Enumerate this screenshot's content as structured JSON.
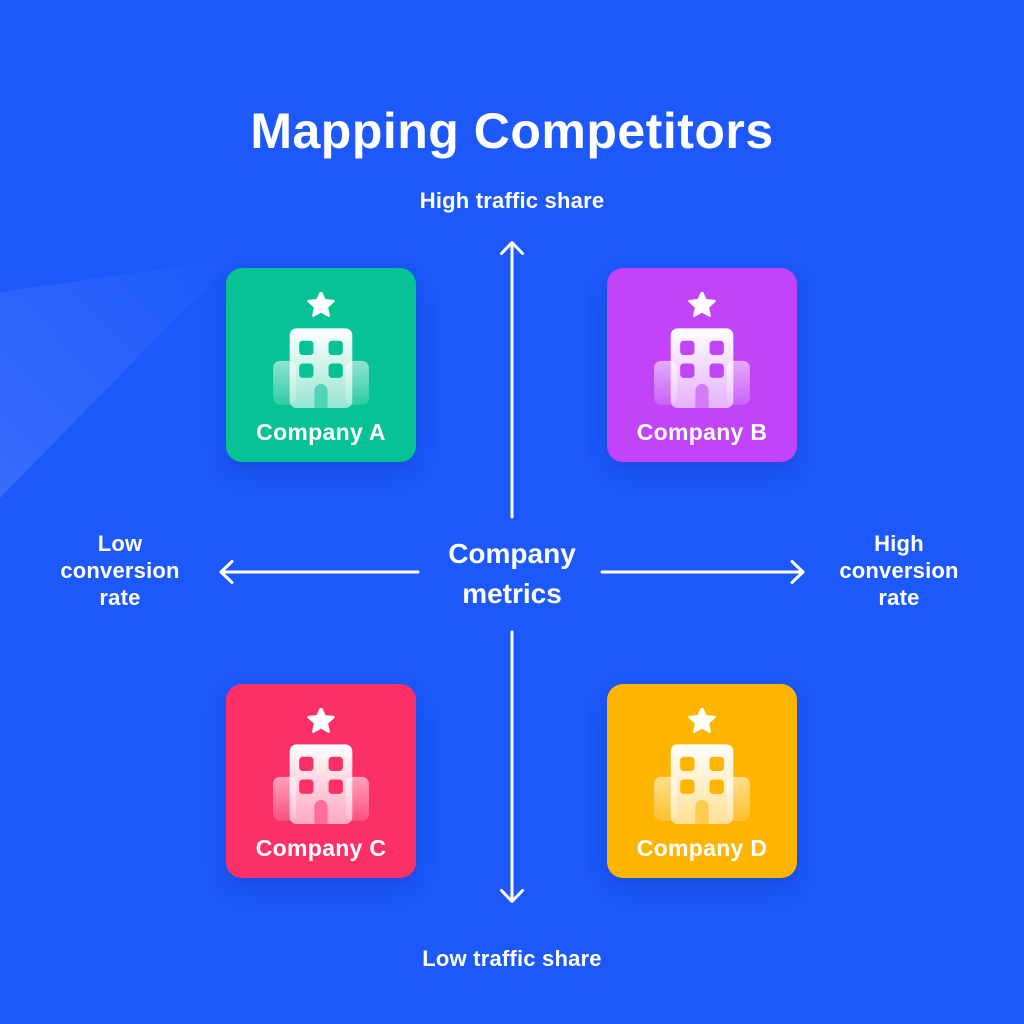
{
  "title": "Mapping Competitors",
  "axis": {
    "top": "High traffic share",
    "bottom": "Low traffic share",
    "left": "Low conversion rate",
    "right": "High conversion rate"
  },
  "center_label": "Company metrics",
  "companies": [
    {
      "label": "Company A",
      "color": "#07C295",
      "icon": "building-star-icon",
      "quadrant": "high-traffic / low-conversion"
    },
    {
      "label": "Company B",
      "color": "#C144F8",
      "icon": "building-star-icon",
      "quadrant": "high-traffic / high-conversion"
    },
    {
      "label": "Company C",
      "color": "#FB3067",
      "icon": "building-star-icon",
      "quadrant": "low-traffic / low-conversion"
    },
    {
      "label": "Company D",
      "color": "#FEB502",
      "icon": "building-star-icon",
      "quadrant": "low-traffic / high-conversion"
    }
  ],
  "colors": {
    "background": "#1C58FA",
    "text": "#FFFFFF",
    "arrows": "#FFFFFF"
  }
}
